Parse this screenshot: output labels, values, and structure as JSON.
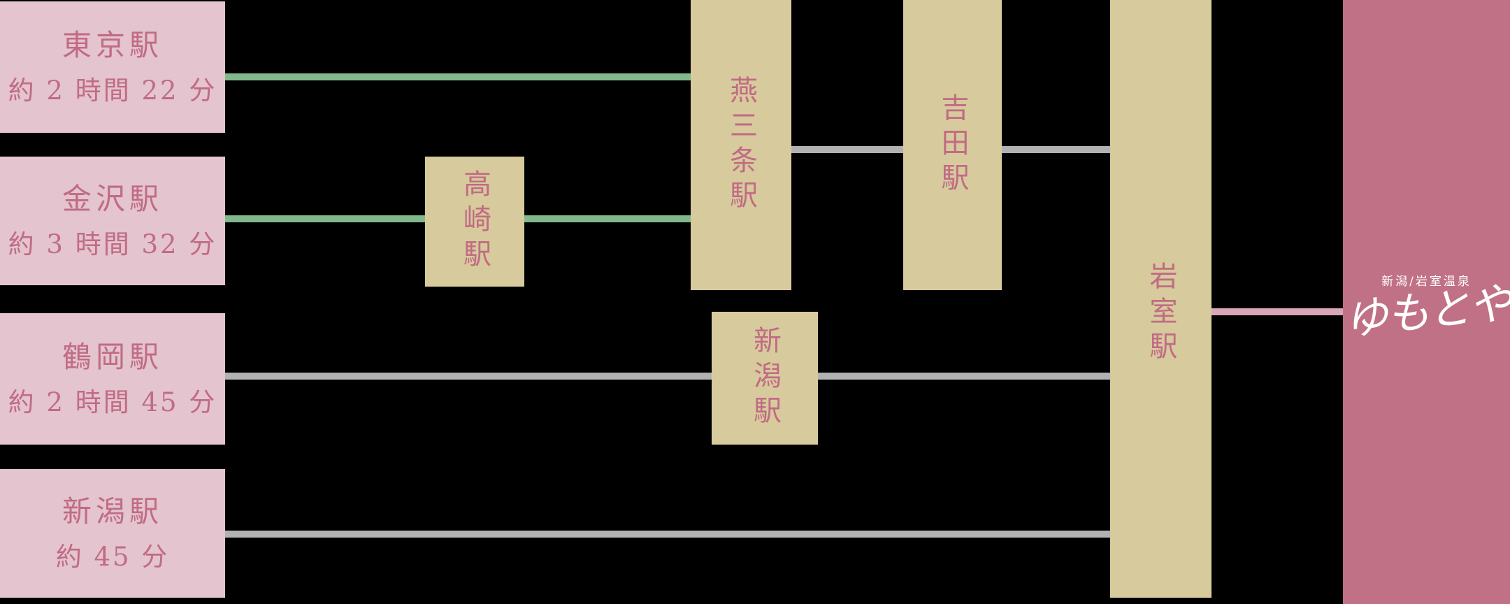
{
  "origins": [
    {
      "station": "東京駅",
      "duration": "約 2 時間 22 分"
    },
    {
      "station": "金沢駅",
      "duration": "約 3 時間 32 分"
    },
    {
      "station": "鶴岡駅",
      "duration": "約 2 時間 45 分"
    },
    {
      "station": "新潟駅",
      "duration": "約 45 分"
    }
  ],
  "transfers": [
    {
      "station": "高崎駅"
    },
    {
      "station": "燕三条駅"
    },
    {
      "station": "吉田駅"
    },
    {
      "station": "新潟駅"
    },
    {
      "station": "岩室駅"
    }
  ],
  "destination": {
    "area": "新潟/岩室温泉",
    "name": "ゆもとや"
  },
  "routes": [
    {
      "from": "東京駅",
      "to": "燕三条駅",
      "line_color": "#81b98c"
    },
    {
      "from": "金沢駅",
      "to": "高崎駅",
      "line_color": "#81b98c"
    },
    {
      "from": "高崎駅",
      "to": "燕三条駅",
      "line_color": "#81b98c"
    },
    {
      "from": "燕三条駅",
      "to": "吉田駅",
      "line_color": "#b2b2b4"
    },
    {
      "from": "吉田駅",
      "to": "岩室駅",
      "line_color": "#b2b2b4"
    },
    {
      "from": "鶴岡駅",
      "to": "新潟駅",
      "line_color": "#b2b2b4"
    },
    {
      "from": "新潟駅",
      "to": "岩室駅",
      "line_color": "#b2b2b4"
    },
    {
      "from": "新潟駅",
      "to": "岩室駅",
      "line_color": "#b2b2b4"
    },
    {
      "from": "岩室駅",
      "to": "ゆもとや",
      "line_color": "#d9a6b6"
    }
  ],
  "colors": {
    "background": "#000000",
    "origin_box": "#e3c4cf",
    "transfer_box": "#d7ca9d",
    "station_text": "#c16b84",
    "destination_panel": "#c07186",
    "destination_text": "#ffffff",
    "line_green": "#81b98c",
    "line_gray": "#b2b2b4",
    "line_pink": "#d9a6b6"
  }
}
